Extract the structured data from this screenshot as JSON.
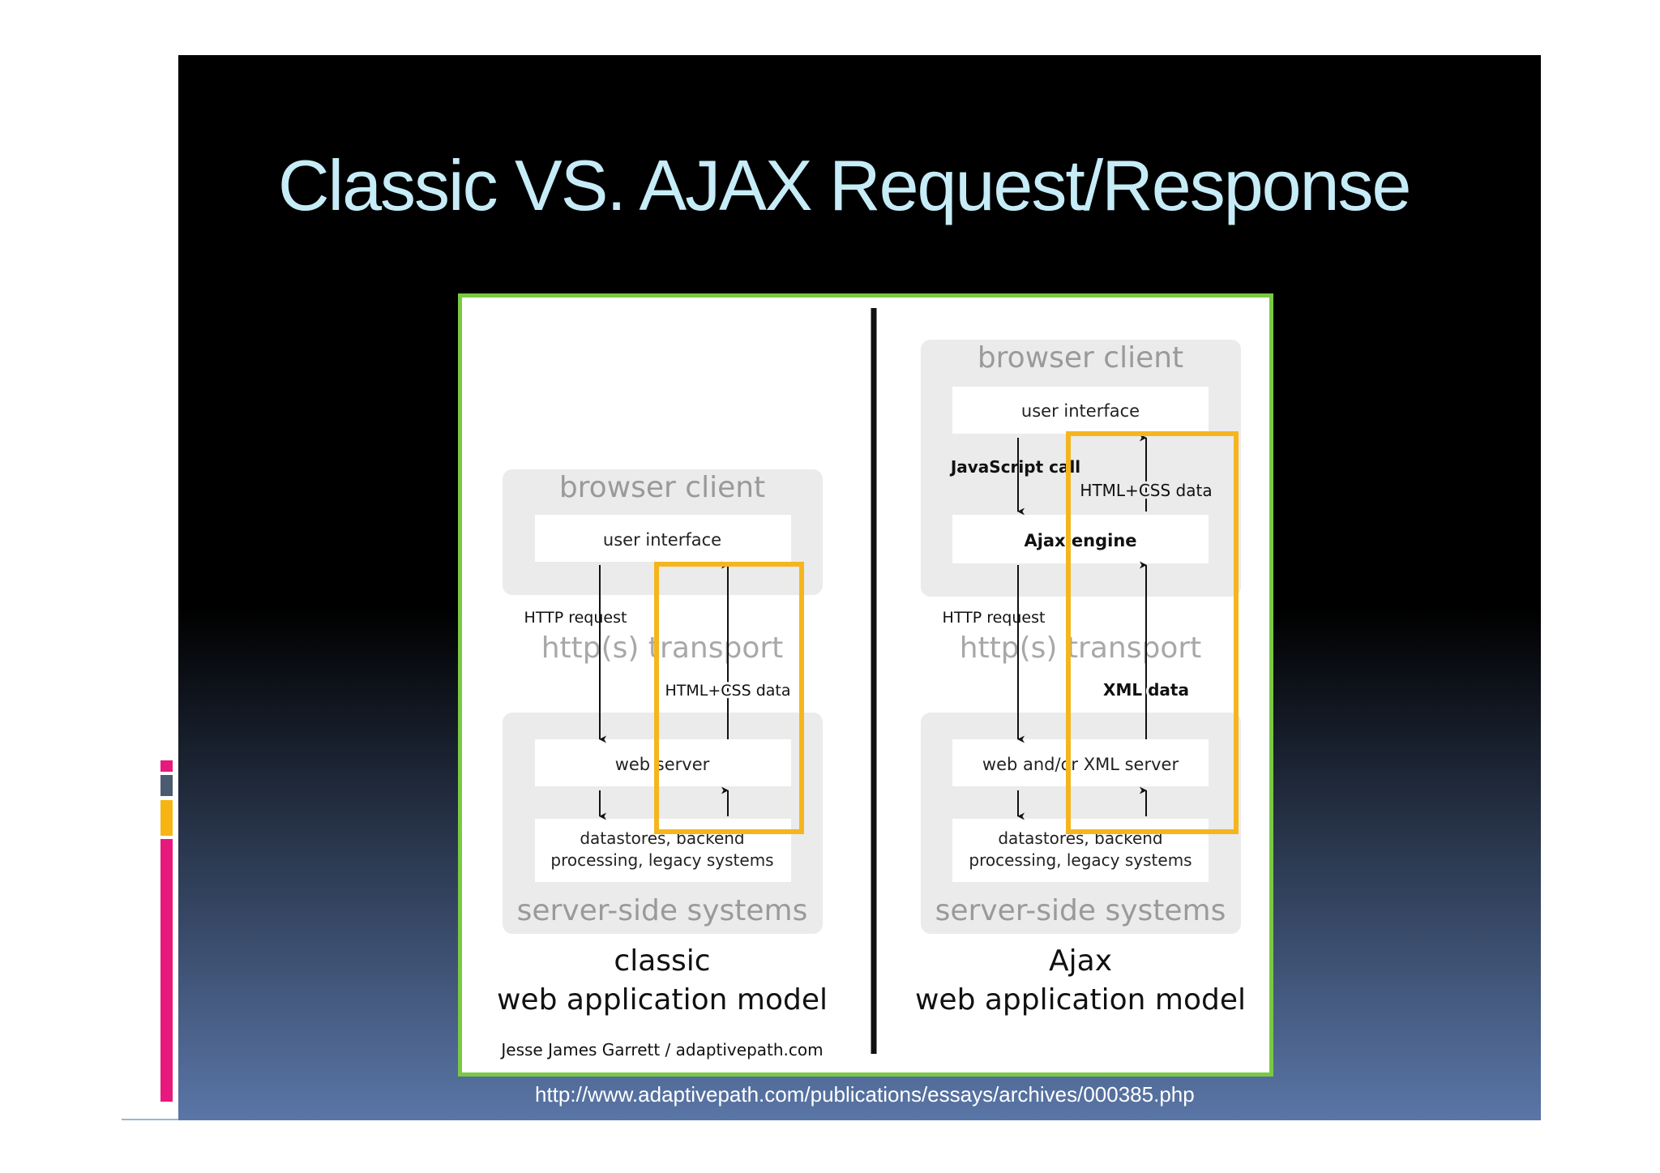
{
  "slide": {
    "title": "Classic VS. AJAX Request/Response",
    "source_url": "http://www.adaptivepath.com/publications/essays/archives/000385.php"
  },
  "figure": {
    "classic": {
      "browser_client": "browser client",
      "user_interface": "user interface",
      "http_request": "HTTP request",
      "transport": "http(s) transport",
      "response_data": "HTML+CSS data",
      "web_server": "web server",
      "datastores_line1": "datastores, backend",
      "datastores_line2": "processing, legacy systems",
      "server_side": "server-side systems",
      "model_line1": "classic",
      "model_line2": "web application model",
      "credit": "Jesse James Garrett / adaptivepath.com"
    },
    "ajax": {
      "browser_client": "browser client",
      "user_interface": "user interface",
      "js_call": "JavaScript call",
      "html_css_data": "HTML+CSS data",
      "ajax_engine": "Ajax engine",
      "http_request": "HTTP request",
      "transport": "http(s) transport",
      "xml_data": "XML data",
      "server": "web and/or XML server",
      "datastores_line1": "datastores, backend",
      "datastores_line2": "processing, legacy systems",
      "server_side": "server-side systems",
      "model_line1": "Ajax",
      "model_line2": "web application model"
    }
  },
  "colors": {
    "title": "#c6ecf7",
    "figure_border": "#7ac943",
    "highlight": "#f5b51f",
    "panel": "#ebebeb",
    "deco_pink": "#e8197c",
    "deco_gray": "#4a5a70",
    "deco_yellow": "#f7b514"
  }
}
